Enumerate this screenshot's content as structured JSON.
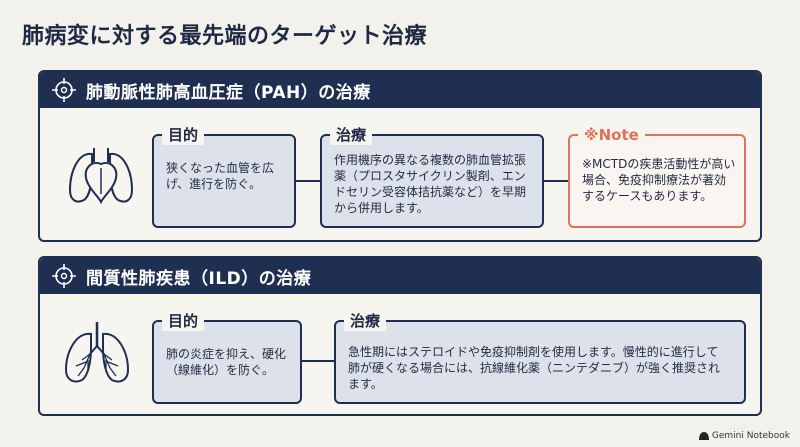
{
  "title": "肺病変に対する最先端のターゲット治療",
  "sections": [
    {
      "title": "肺動脈性肺高血圧症（PAH）の治療",
      "icon": "heart-lungs-icon",
      "boxes": [
        {
          "label": "目的",
          "text": "狭くなった血管を広げ、進行を防ぐ。"
        },
        {
          "label": "治療",
          "text": "作用機序の異なる複数の肺血管拡張薬（プロスタサイクリン製剤、エンドセリン受容体拮抗薬など）を早期から併用します。"
        },
        {
          "label": "※Note",
          "text": "※MCTDの疾患活動性が高い場合、免疫抑制療法が著効するケースもあります。"
        }
      ]
    },
    {
      "title": "間質性肺疾患（ILD）の治療",
      "icon": "lungs-icon",
      "boxes": [
        {
          "label": "目的",
          "text": "肺の炎症を抑え、硬化（線維化）を防ぐ。"
        },
        {
          "label": "治療",
          "text": "急性期にはステロイドや免疫抑制剤を使用します。慢性的に進行して肺が硬くなる場合には、抗線維化薬（ニンテダニブ）が強く推奨されます。"
        }
      ]
    }
  ],
  "footer": {
    "brand": "Gemini Notebook"
  },
  "colors": {
    "navy": "#1f2f52",
    "note": "#e4705a",
    "box": "#dde2ea",
    "background": "#f3f1ec"
  }
}
